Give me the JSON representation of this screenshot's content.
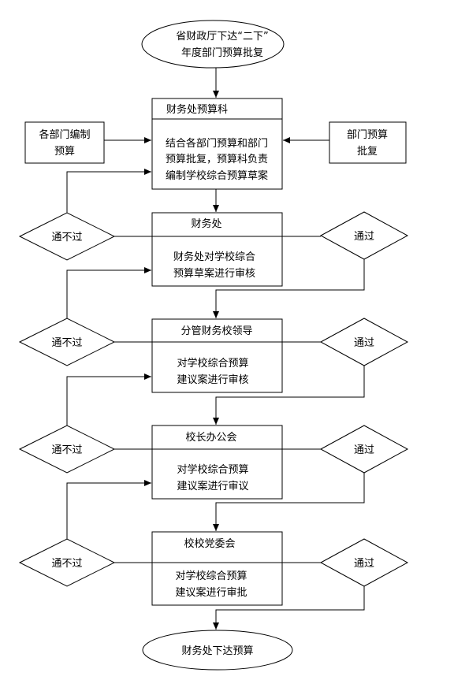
{
  "start": {
    "line1": "省财政厅下达“二下”",
    "line2": "年度部门预算批复"
  },
  "stages": [
    {
      "title": "财务处预算科",
      "lines": [
        "结合各部门预算和部门",
        "预算批复，预算科负责",
        "编制学校综合预算草案"
      ]
    },
    {
      "title": "财务处",
      "lines": [
        "财务处对学校综合",
        "预算草案进行审核"
      ]
    },
    {
      "title": "分管财务校领导",
      "lines": [
        "对学校综合预算",
        "建议案进行审核"
      ]
    },
    {
      "title": "校长办公会",
      "lines": [
        "对学校综合预算",
        "建议案进行审议"
      ]
    },
    {
      "title": "校校党委会",
      "lines": [
        "对学校综合预算",
        "建议案进行审批"
      ]
    }
  ],
  "inputs": {
    "left": {
      "line1": "各部门编制",
      "line2": "预算"
    },
    "right": {
      "line1": "部门预算",
      "line2": "批复"
    }
  },
  "decision_reject": "通不过",
  "decision_pass": "通过",
  "end": "财务处下达预算"
}
